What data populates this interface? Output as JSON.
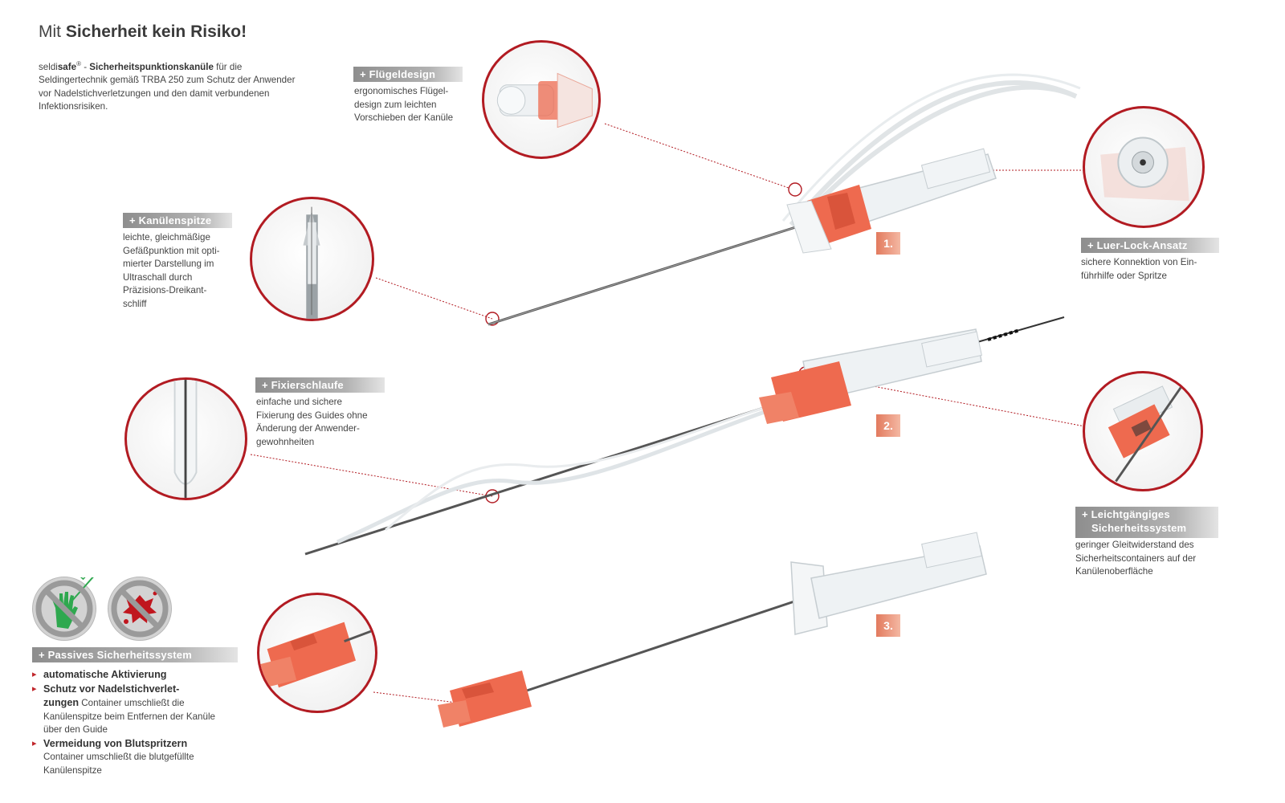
{
  "header": {
    "title_prefix": "Mit",
    "title_bold": "Sicherheit kein Risiko!",
    "intro_brand_plain": "seldi",
    "intro_brand_bold": "safe",
    "intro_reg": "®",
    "intro_dash": " - ",
    "intro_product": "Sicherheitspunktionskanüle",
    "intro_text": " für die Seldingertechnik gemäß TRBA 250 zum Schutz der Anwender vor Nadelstichverletzungen und den damit verbundenen Infektionsrisiken."
  },
  "features": {
    "fluegeldesign": {
      "label": "+ Flügeldesign",
      "text": [
        "ergonomisches Flügel-",
        "design zum leichten",
        "Vorschieben der Kanüle"
      ]
    },
    "kanuelenspitze": {
      "label": "+ Kanülenspitze",
      "text": [
        "leichte, gleichmäßige",
        "Gefäßpunktion mit opti-",
        "mierter Darstellung im",
        "Ultraschall durch",
        "Präzisions-Dreikant-",
        "schliff"
      ]
    },
    "fixierschlaufe": {
      "label": "+ Fixierschlaufe",
      "text": [
        "einfache und sichere",
        "Fixierung des Guides ohne",
        "Änderung der Anwender-",
        "gewohnheiten"
      ]
    },
    "luer_lock": {
      "label": "+ Luer-Lock-Ansatz",
      "text": [
        "sichere Konnektion von Ein-",
        "führhilfe oder Spritze"
      ]
    },
    "leichtgaengig": {
      "label_line1": "+ Leichtgängiges",
      "label_line2": "Sicherheitssystem",
      "text": [
        "geringer Gleitwiderstand des",
        "Sicherheitscontainers auf der",
        "Kanülenoberfläche"
      ]
    }
  },
  "steps": [
    "1.",
    "2.",
    "3."
  ],
  "passive": {
    "label": "+ Passives Sicherheitssystem",
    "items": [
      {
        "title": "automatische Aktivierung",
        "text": ""
      },
      {
        "title": "Schutz vor Nadelstichverlet-\nzungen",
        "text": " Container umschließt die Kanülenspitze beim Entfernen der Kanüle über den Guide"
      },
      {
        "title": "Vermeidung von Blutspritzern",
        "text": "\nContainer umschließt die blutgefüllte Kanülenspitze"
      }
    ]
  },
  "icons": [
    "no-hand-contact-icon",
    "no-blood-splatter-icon"
  ],
  "colors": {
    "accent_red": "#b21b22",
    "orange": "#ee6a4f",
    "label_gray": "#9a9a9a"
  }
}
